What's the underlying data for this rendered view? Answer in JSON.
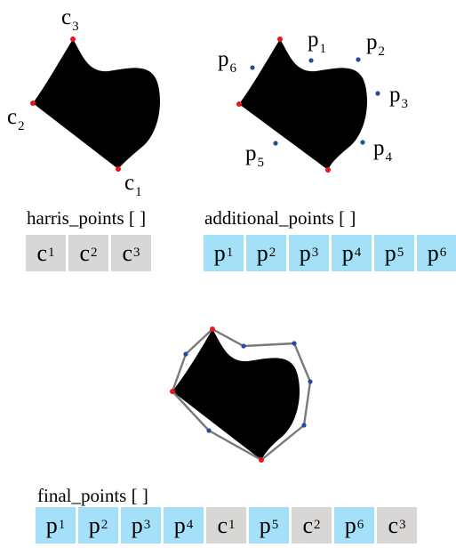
{
  "panel1": {
    "labels": [
      {
        "base": "c",
        "sub": "3"
      },
      {
        "base": "c",
        "sub": "2"
      },
      {
        "base": "c",
        "sub": "1"
      }
    ],
    "caption": "harris_points [ ]",
    "array": [
      {
        "base": "c",
        "sub": "1"
      },
      {
        "base": "c",
        "sub": "2"
      },
      {
        "base": "c",
        "sub": "3"
      }
    ]
  },
  "panel2": {
    "labels": [
      {
        "base": "p",
        "sub": "1"
      },
      {
        "base": "p",
        "sub": "2"
      },
      {
        "base": "p",
        "sub": "3"
      },
      {
        "base": "p",
        "sub": "4"
      },
      {
        "base": "p",
        "sub": "5"
      },
      {
        "base": "p",
        "sub": "6"
      }
    ],
    "caption": "additional_points [ ]",
    "array": [
      {
        "base": "p",
        "sub": "1"
      },
      {
        "base": "p",
        "sub": "2"
      },
      {
        "base": "p",
        "sub": "3"
      },
      {
        "base": "p",
        "sub": "4"
      },
      {
        "base": "p",
        "sub": "5"
      },
      {
        "base": "p",
        "sub": "6"
      }
    ]
  },
  "panel3": {
    "caption": "final_points [ ]",
    "array": [
      {
        "base": "p",
        "sub": "1",
        "kind": "blue"
      },
      {
        "base": "p",
        "sub": "2",
        "kind": "blue"
      },
      {
        "base": "p",
        "sub": "3",
        "kind": "blue"
      },
      {
        "base": "p",
        "sub": "4",
        "kind": "blue"
      },
      {
        "base": "c",
        "sub": "1",
        "kind": "gray"
      },
      {
        "base": "p",
        "sub": "5",
        "kind": "blue"
      },
      {
        "base": "c",
        "sub": "2",
        "kind": "gray"
      },
      {
        "base": "p",
        "sub": "6",
        "kind": "blue"
      },
      {
        "base": "c",
        "sub": "3",
        "kind": "gray"
      }
    ]
  },
  "colors": {
    "shape": "#000000",
    "corner_point": "#e8151b",
    "additional_point": "#1f4e9a",
    "polygon": "#7a7a7a",
    "harris_cell": "#d9d7d5",
    "additional_cell": "#a4e1f8"
  }
}
